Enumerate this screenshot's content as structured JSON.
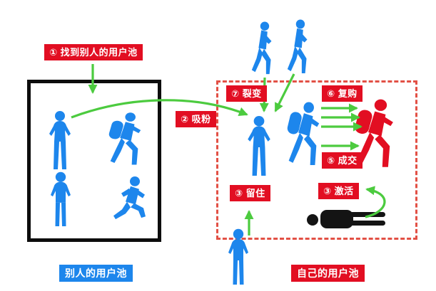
{
  "labels": {
    "step1": "① 找到别人的用户池",
    "step2": "② 吸粉",
    "step7": "⑦ 裂变",
    "step6": "⑥ 复购",
    "step5": "⑤ 成交",
    "step_retain": "③ 留住",
    "step_activate": "③ 激活",
    "pool_others": "别人的用户池",
    "pool_own": "自己的用户池"
  },
  "colors": {
    "figure_blue": "#1d86ec",
    "figure_red": "#e20e22",
    "figure_black": "#141414",
    "label_red_bg": "#e20e22",
    "label_blue_bg": "#1d86ec",
    "label_text": "#ffffff",
    "arrow_green": "#4ccb3f",
    "others_pool_border": "#0d0d0d",
    "own_pool_border": "#e25045"
  },
  "figures": {
    "others_pool": [
      "standing-woman",
      "hiker-with-poles",
      "standing-man",
      "runner"
    ],
    "incoming_top": [
      "walking-woman",
      "walking-woman"
    ],
    "own_pool": [
      "standing-woman",
      "blue-hiker",
      "red-hiker",
      "lying-person"
    ],
    "bottom_entering": [
      "standing-man"
    ]
  }
}
